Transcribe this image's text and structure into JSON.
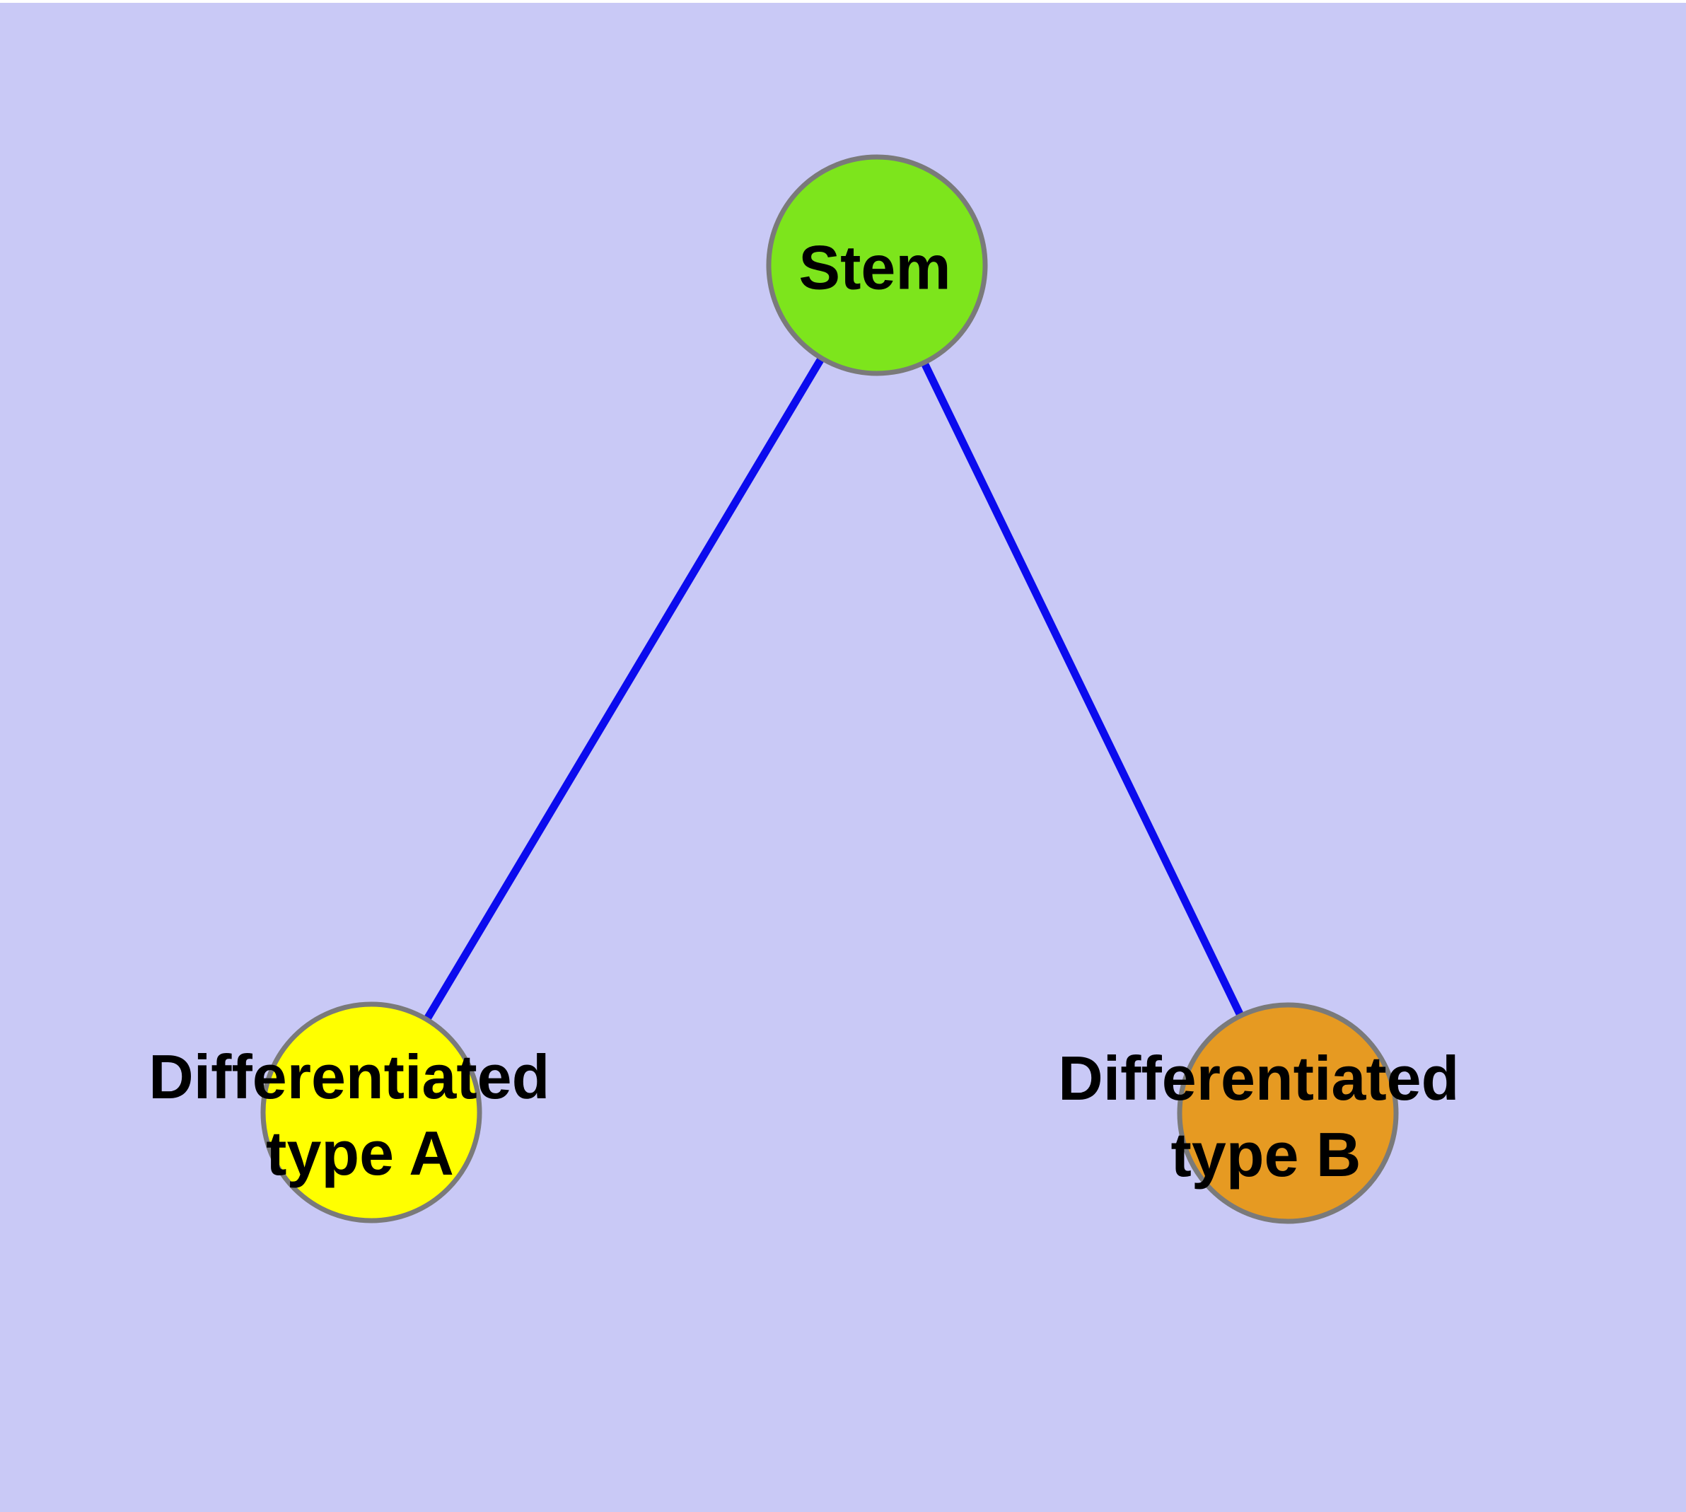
{
  "diagram": {
    "background_color": "#c9c9f6",
    "top_strip_color": "#ffffff",
    "edge_color": "#0b0bee",
    "node_border_color": "#7a7a7a",
    "label_color": "#000000",
    "nodes": [
      {
        "id": "stem",
        "label": "Stem",
        "color": "#7de51c"
      },
      {
        "id": "differentiated-type-a",
        "label_line1": "Differentiated",
        "label_line2": "type A",
        "color": "#ffff00"
      },
      {
        "id": "differentiated-type-b",
        "label_line1": "Differentiated",
        "label_line2": "type B",
        "color": "#e69a22"
      }
    ],
    "edges": [
      {
        "from": "stem",
        "to": "differentiated-type-a"
      },
      {
        "from": "stem",
        "to": "differentiated-type-b"
      }
    ]
  }
}
